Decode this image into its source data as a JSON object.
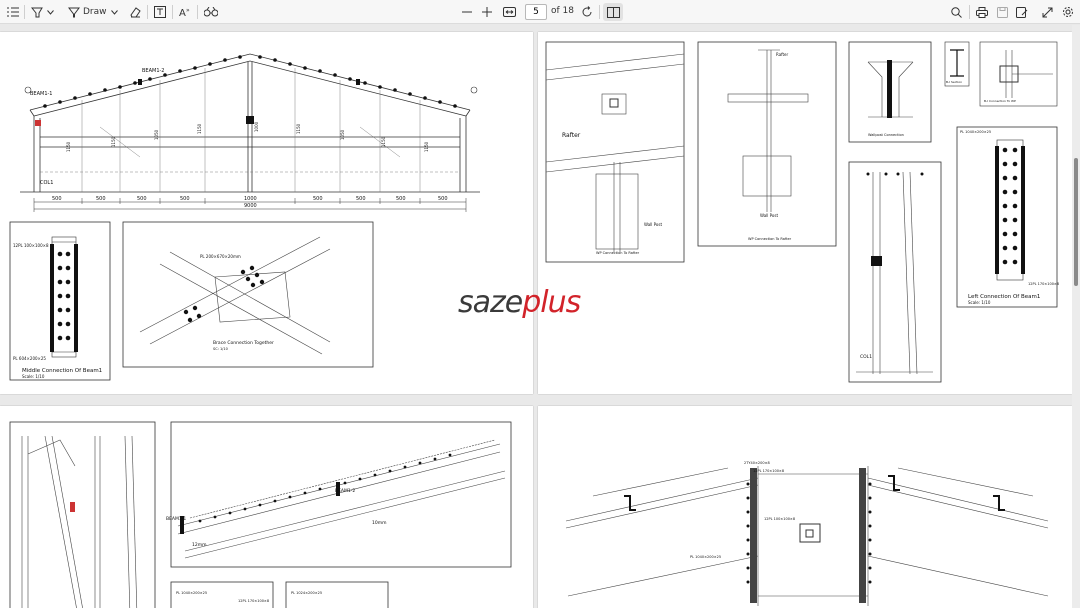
{
  "toolbar": {
    "draw_label": "Draw",
    "page_current": "5",
    "page_total_label": "of 18"
  },
  "icons": [
    "contents-icon",
    "highlight-icon",
    "chevron-down-icon",
    "draw-icon",
    "eraser-icon",
    "text-box-icon",
    "read-aloud-icon",
    "immersive-reader-icon",
    "zoom-out-icon",
    "zoom-in-icon",
    "fit-page-icon",
    "rotate-icon",
    "two-page-view-icon",
    "search-icon",
    "print-icon",
    "save-icon",
    "save-as-icon",
    "fullscreen-icon",
    "settings-icon"
  ],
  "watermark": {
    "part1": "saze",
    "part2": "plus"
  },
  "sheet1": {
    "beam_top": "BEAM1-2",
    "beam_left": "BEAM1-1",
    "col": "COL1",
    "bays": [
      "500",
      "500",
      "500",
      "500",
      "1000",
      "500",
      "500",
      "500",
      "500"
    ],
    "total": "9000",
    "heights": [
      "1150",
      "1150",
      "1050",
      "1150",
      "1000",
      "1150",
      "1050",
      "1150",
      "1150"
    ],
    "middle_title": "Middle Connection Of Beam1",
    "middle_scale": "Scale: 1/10",
    "middle_plate_top": "12PL 100×100×8",
    "middle_plate_bottom": "PL 604×200×25",
    "brace_title": "Brace Connection Together",
    "brace_scale": "SC: 1/10",
    "brace_plate": "PL 200×670×20mm"
  },
  "sheet2": {
    "rafter": "Rafter",
    "wall_post": "Wall Post",
    "wp_title": "WP Connection To Rafter",
    "rafter2": "Rafter",
    "wall_post2": "Wall Post",
    "wp2_title": "WP Connection To Rafter",
    "wallpost_conn": "Wallpost Connection",
    "b_section": "B-I Section",
    "b_conn": "B-I Connection To WP",
    "left_title": "Left Connection Of Beam1",
    "left_scale": "Scale: 1/10",
    "left_plate": "PL 1040×200×25",
    "left_plate2": "12PL 170×100×8",
    "col_label": "COL1"
  },
  "sheet3": {
    "beam_a": "BEAM1-1",
    "beam_b": "BEAM1-2",
    "dim_a": "12mm",
    "dim_b": "10mm",
    "plate_a": "PL 1040×200×25",
    "plate_b": "PL 1024×200×25",
    "plate_c": "12PL 170×100×8"
  },
  "sheet4": {
    "plate_top": "2ΤΥ40×200×8",
    "plate_mid": "12PL 170×100×8",
    "plate_side": "12PL 100×100×8",
    "plate_bot": "PL 1040×200×25"
  }
}
